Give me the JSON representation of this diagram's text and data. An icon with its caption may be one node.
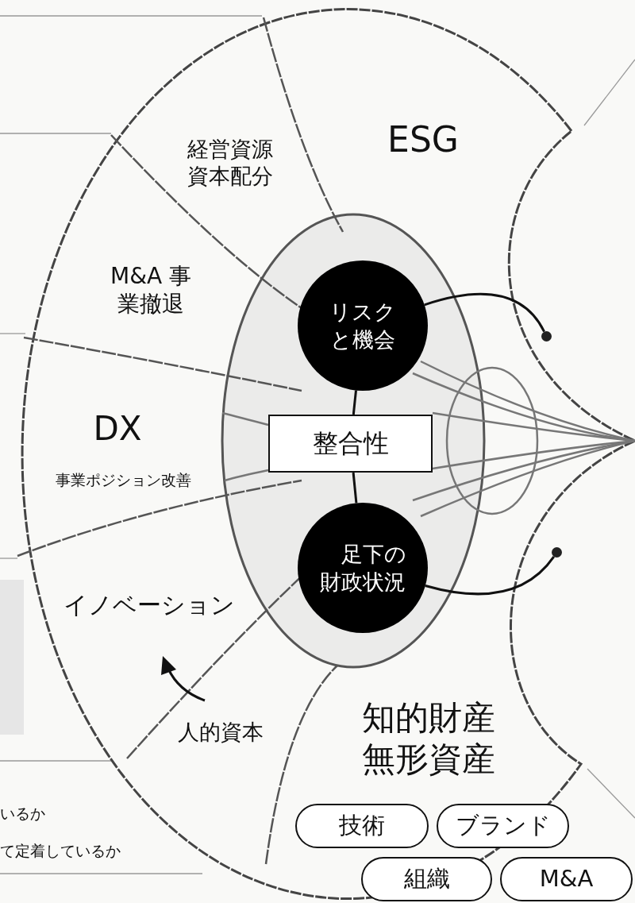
{
  "diagram": {
    "nodes": [
      {
        "text": [
          "リスクと機会"
        ]
      },
      {
        "text": [
          "整合性"
        ]
      },
      {
        "text": [
          "足下の財政状況"
        ]
      },
      {
        "text": [],
        "shape": "circle"
      },
      {
        "text": [],
        "shape": "circle"
      },
      {
        "text": [
          "技術"
        ]
      },
      {
        "text": [
          "ブランド"
        ]
      },
      {
        "text": [
          "組織"
        ]
      },
      {
        "text": [
          "M&A"
        ]
      }
    ],
    "edges": [
      {
        "from": 0,
        "to": 1,
        "arrow": "none"
      },
      {
        "from": 1,
        "to": 2,
        "arrow": "none"
      },
      {
        "from": 0,
        "to": 3,
        "arrow": "none"
      },
      {
        "from": 2,
        "to": 4,
        "arrow": "none"
      }
    ],
    "labels": [
      "ESG",
      "経営資源資本配分",
      "M&A 事業撤退",
      "DX",
      "事業ポジション改善",
      "イノベーション",
      "人的資本",
      "知的財産無形資産",
      "いるか",
      "て定着しているか"
    ]
  }
}
